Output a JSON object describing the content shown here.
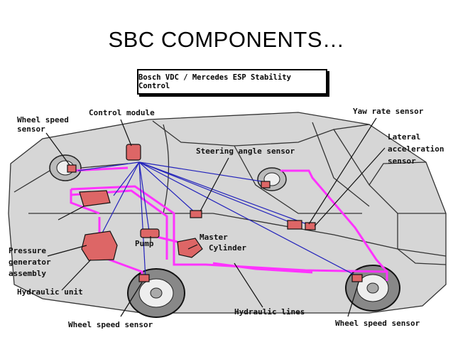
{
  "slide": {
    "title": "SBC COMPONENTS…",
    "subtitle": "Bosch VDC / Mercedes ESP Stability Control"
  },
  "labels": {
    "wheel_speed_sensor_tl_1": "Wheel speed",
    "wheel_speed_sensor_tl_2": "sensor",
    "control_module": "Control module",
    "yaw_rate_sensor": "Yaw rate sensor",
    "lateral_1": "Lateral",
    "lateral_2": "acceleration",
    "lateral_3": "sensor",
    "steering_angle_sensor": "Steering angle sensor",
    "pressure_1": "Pressure",
    "pressure_2": "generator",
    "pressure_3": "assembly",
    "pump": "Pump",
    "master_1": "Master",
    "master_2": "Cylinder",
    "hydraulic_unit": "Hydraulic unit",
    "hydraulic_lines": "Hydraulic lines",
    "wheel_speed_sensor_bl": "Wheel speed sensor",
    "wheel_speed_sensor_br": "Wheel speed sensor"
  },
  "colors": {
    "hydraulic_line": "#ff33ff",
    "signal_line": "#2222bb",
    "component": "#dd6666",
    "car_body": "#d3d3d3"
  }
}
